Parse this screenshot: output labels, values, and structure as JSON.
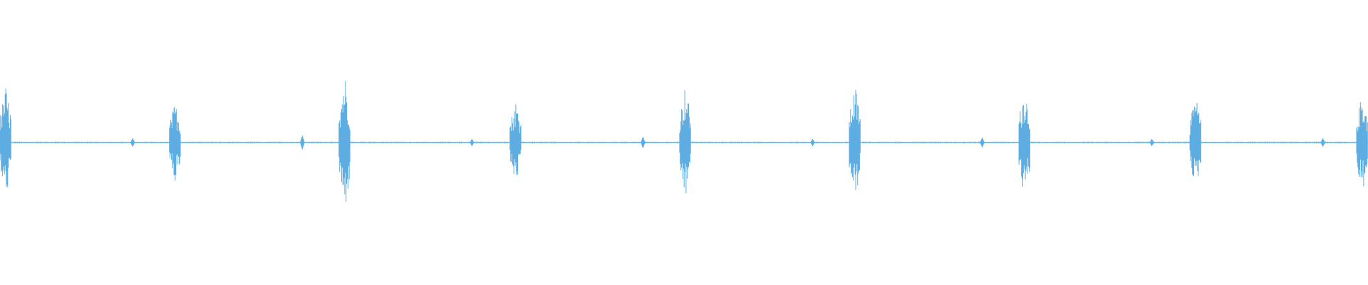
{
  "waveform": {
    "color": "#5dade2",
    "peak_amplitude": 1.0,
    "bursts": [
      {
        "position": 0.004,
        "amplitude": 0.8
      },
      {
        "position": 0.128,
        "amplitude": 0.58
      },
      {
        "position": 0.252,
        "amplitude": 1.0
      },
      {
        "position": 0.377,
        "amplitude": 0.6
      },
      {
        "position": 0.501,
        "amplitude": 0.82
      },
      {
        "position": 0.625,
        "amplitude": 0.83
      },
      {
        "position": 0.749,
        "amplitude": 0.8
      },
      {
        "position": 0.874,
        "amplitude": 0.66
      },
      {
        "position": 0.997,
        "amplitude": 0.72
      }
    ],
    "ticks": [
      {
        "position": 0.097,
        "amplitude": 0.06
      },
      {
        "position": 0.221,
        "amplitude": 0.1
      },
      {
        "position": 0.345,
        "amplitude": 0.05
      },
      {
        "position": 0.47,
        "amplitude": 0.08
      },
      {
        "position": 0.594,
        "amplitude": 0.05
      },
      {
        "position": 0.718,
        "amplitude": 0.07
      },
      {
        "position": 0.842,
        "amplitude": 0.05
      },
      {
        "position": 0.967,
        "amplitude": 0.06
      }
    ]
  }
}
